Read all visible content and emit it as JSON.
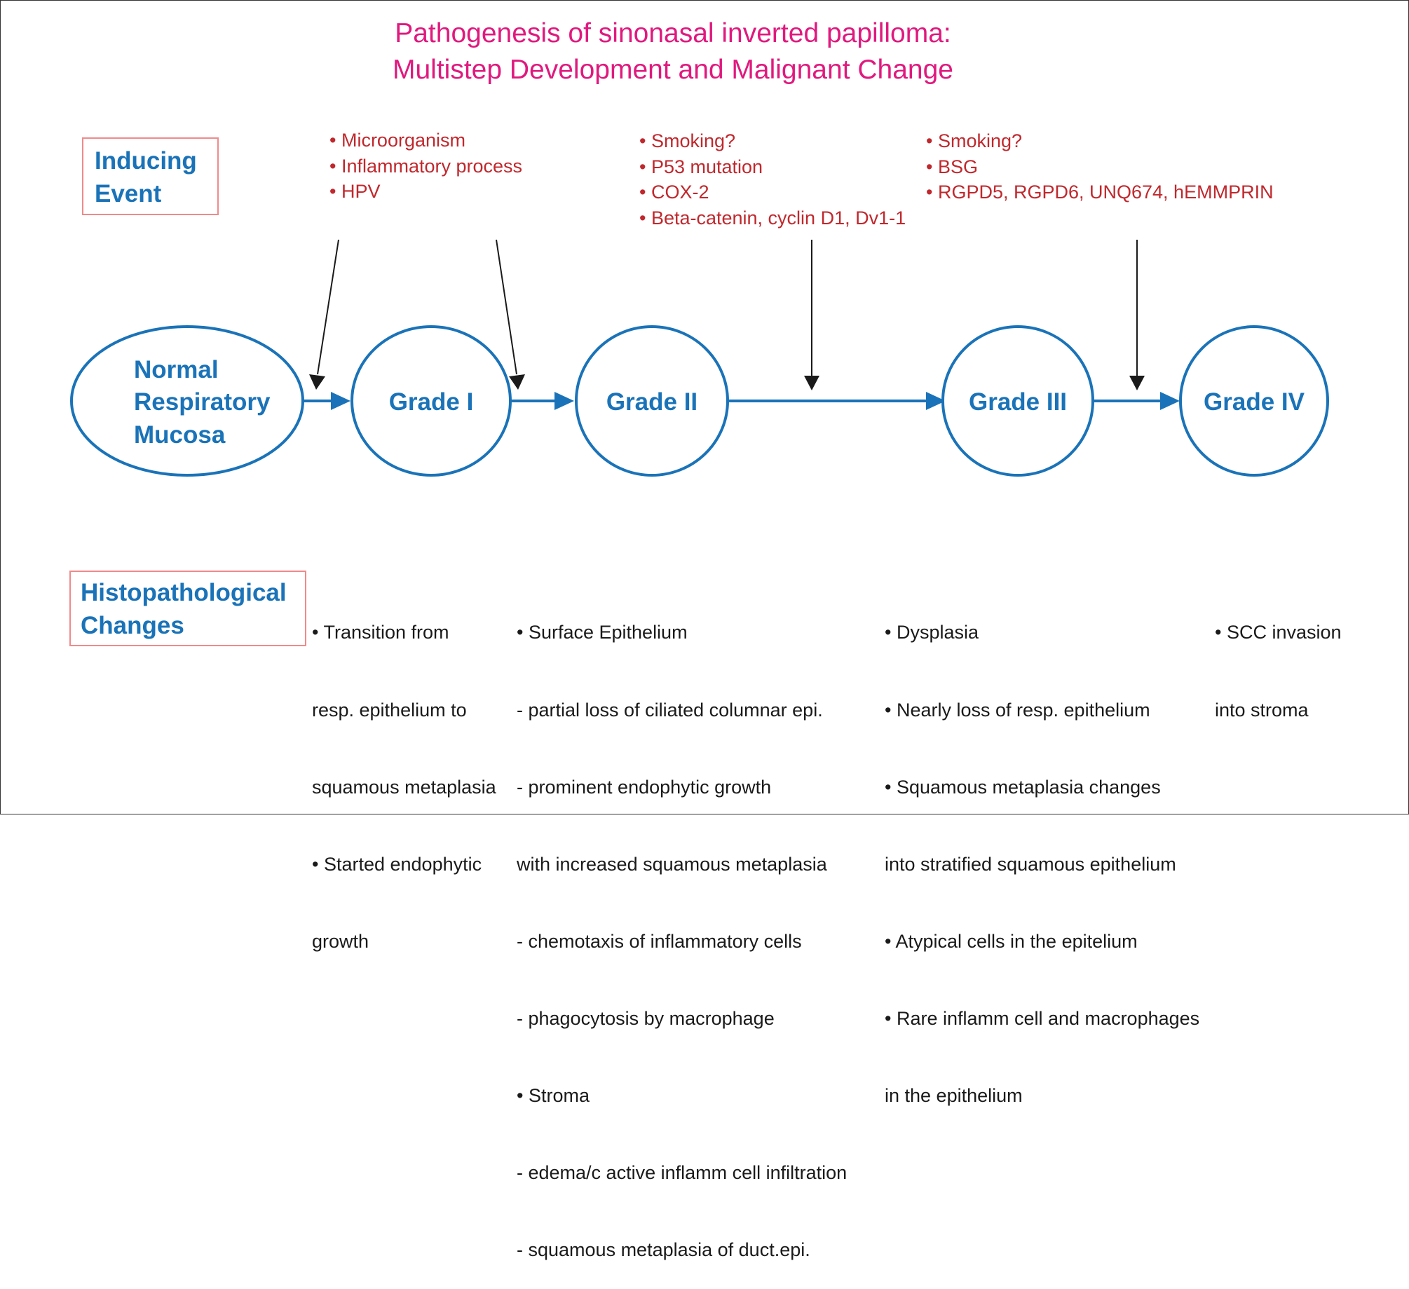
{
  "colors": {
    "title": "#e0197e",
    "blue": "#1a73b8",
    "red": "#c0282d",
    "box_border": "#f08a8a",
    "arrow": "#1a1a1a"
  },
  "title": {
    "line1": "Pathogenesis of sinonasal inverted papilloma:",
    "line2": "Multistep Development and Malignant Change"
  },
  "inducing_label": {
    "line1": "Inducing",
    "line2": "Event"
  },
  "histo_label": {
    "line1": "Histopathological",
    "line2": "Changes"
  },
  "stages": [
    {
      "lines": [
        "Normal",
        "Respiratory",
        "Mucosa"
      ]
    },
    {
      "lines": [
        "Grade I"
      ]
    },
    {
      "lines": [
        "Grade II"
      ]
    },
    {
      "lines": [
        "Grade III"
      ]
    },
    {
      "lines": [
        "Grade IV"
      ]
    }
  ],
  "inducing_events": [
    [
      "• Microorganism",
      "• Inflammatory process",
      "• HPV"
    ],
    [
      "• Smoking?",
      "• P53 mutation",
      "• COX-2",
      "• Beta-catenin, cyclin D1, Dv1-1"
    ],
    [
      "• Smoking?",
      "• BSG",
      "• RGPD5, RGPD6, UNQ674, hEMMPRIN"
    ]
  ],
  "histo_changes": [
    [
      "• Transition from",
      "   resp. epithelium to",
      "   squamous metaplasia",
      "• Started endophytic",
      "   growth"
    ],
    [
      "• Surface Epithelium",
      "   - partial loss of ciliated columnar epi.",
      "   - prominent endophytic growth",
      "     with increased squamous metaplasia",
      "   - chemotaxis of inflammatory cells",
      "   - phagocytosis by macrophage",
      "• Stroma",
      "   - edema/c active inflamm cell infiltration",
      "   - squamous metaplasia of duct.epi."
    ],
    [
      "• Dysplasia",
      "• Nearly loss of resp. epithelium",
      "• Squamous metaplasia changes",
      "   into stratified squamous epithelium",
      "• Atypical cells in the epitelium",
      "• Rare inflamm cell and macrophages",
      "   in the epithelium"
    ],
    [
      "• SCC invasion",
      "   into stroma"
    ]
  ]
}
